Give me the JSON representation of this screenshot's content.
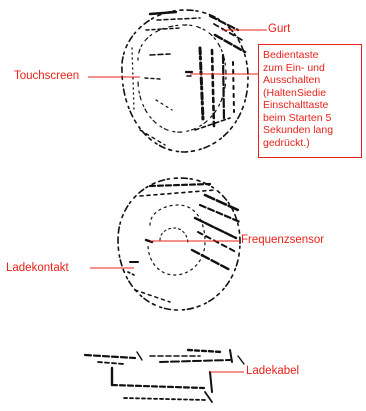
{
  "colors": {
    "label_red": "#e8221b",
    "sketch": "#111111"
  },
  "labels": {
    "gurt": "Gurt",
    "touchscreen": "Touchscreen",
    "bedientaste": "Bedientaste\nzum Ein- und\nAusschalten\n(HaltenSiedie\nEinschalttaste\nbeim Starten 5\nSekunden lang\ngedrückt.)",
    "frequenzsensor": "Frequenzsensor",
    "ladekontakt": "Ladekontakt",
    "ladekabel": "Ladekabel"
  }
}
